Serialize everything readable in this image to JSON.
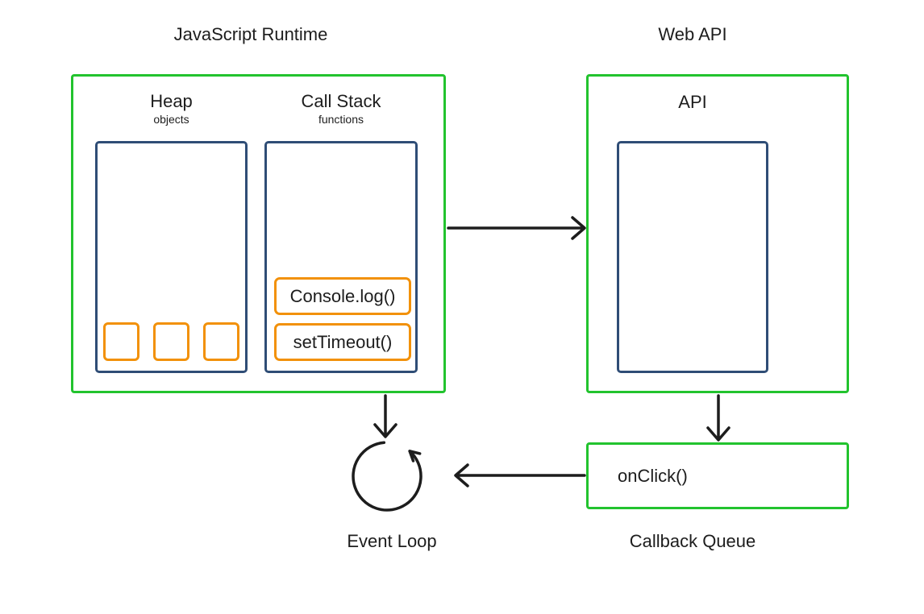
{
  "diagram": {
    "background": "#ffffff",
    "colors": {
      "container_border_green": "#22c32e",
      "inner_border_blue": "#2f4d76",
      "highlight_border_orange": "#f2910a",
      "text": "#1d1d1d",
      "arrow": "#1d1d1d"
    },
    "icons": {
      "event_loop_cycle": "counterclockwise-circular-arrow"
    },
    "js_runtime": {
      "title": "JavaScript Runtime",
      "heap": {
        "title": "Heap",
        "subtitle": "objects",
        "object_count": 3
      },
      "call_stack": {
        "title": "Call Stack",
        "subtitle": "functions",
        "frames": [
          "Console.log()",
          "setTimeout()"
        ]
      }
    },
    "web_api": {
      "title": "Web API",
      "box_label": "API"
    },
    "callback_queue": {
      "title": "Callback Queue",
      "items": [
        "onClick()"
      ]
    },
    "event_loop": {
      "title": "Event Loop"
    }
  }
}
